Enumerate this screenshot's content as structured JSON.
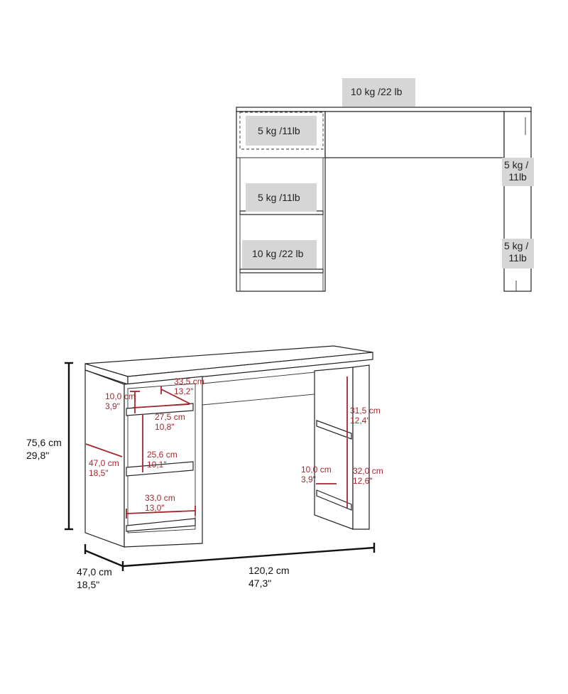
{
  "load_view": {
    "top_load": "10 kg /22 lb",
    "drawer_load": "5 kg /11lb",
    "middle_shelf_load": "5 kg /11lb",
    "bottom_shelf_load": "10 kg /22 lb",
    "right_upper_load": [
      "5 kg /",
      "11lb"
    ],
    "right_lower_load": [
      "5 kg /",
      "11lb"
    ]
  },
  "dimensions": {
    "height": [
      "75,6 cm",
      "29,8\""
    ],
    "depth": [
      "47,0 cm",
      "18,5\""
    ],
    "width": [
      "120,2 cm",
      "47,3\""
    ],
    "inner": {
      "drawer_depth": [
        "33,5 cm",
        "13,2\""
      ],
      "drawer_height": [
        "10,0 cm",
        "3,9\""
      ],
      "drawer_width": [
        "27,5 cm",
        "10,8\""
      ],
      "side_depth": [
        "47,0 cm",
        "18,5\""
      ],
      "left_shelf_gap": [
        "25,6 cm",
        "10,1\""
      ],
      "left_inner_width": [
        "33,0 cm",
        "13,0\""
      ],
      "right_upper_gap": [
        "31,5 cm",
        "12,4\""
      ],
      "right_lower_gap": [
        "32,0 cm",
        "12,6\""
      ],
      "right_inner_width": [
        "10,0 cm",
        "3,9\""
      ]
    }
  },
  "colors": {
    "dimension_red": "#a3282d",
    "load_box": "#d6d6d6"
  }
}
